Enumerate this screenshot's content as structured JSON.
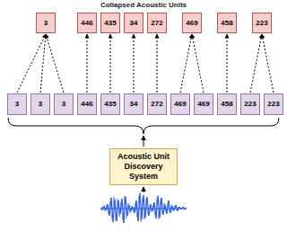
{
  "diagram": {
    "title": "Collapsed Acoustic Units",
    "nodes": [
      {
        "text": [
          "3"
        ]
      },
      {
        "text": [
          "446"
        ]
      },
      {
        "text": [
          "435"
        ]
      },
      {
        "text": [
          "34"
        ]
      },
      {
        "text": [
          "272"
        ]
      },
      {
        "text": [
          "469"
        ]
      },
      {
        "text": [
          "458"
        ]
      },
      {
        "text": [
          "223"
        ]
      },
      {
        "text": [
          "3"
        ]
      },
      {
        "text": [
          "3"
        ]
      },
      {
        "text": [
          "3"
        ]
      },
      {
        "text": [
          "446"
        ]
      },
      {
        "text": [
          "435"
        ]
      },
      {
        "text": [
          "34"
        ]
      },
      {
        "text": [
          "272"
        ]
      },
      {
        "text": [
          "469"
        ]
      },
      {
        "text": [
          "469"
        ]
      },
      {
        "text": [
          "458"
        ]
      },
      {
        "text": [
          "223"
        ]
      },
      {
        "text": [
          "223"
        ]
      },
      {
        "text": [
          "Acoustic Unit Discovery System"
        ]
      }
    ],
    "edges": [
      {
        "from": 8,
        "to": 0,
        "arrow": "to"
      },
      {
        "from": 9,
        "to": 0,
        "arrow": "to"
      },
      {
        "from": 10,
        "to": 0,
        "arrow": "to"
      },
      {
        "from": 11,
        "to": 1,
        "arrow": "to"
      },
      {
        "from": 12,
        "to": 2,
        "arrow": "to"
      },
      {
        "from": 13,
        "to": 3,
        "arrow": "to"
      },
      {
        "from": 14,
        "to": 4,
        "arrow": "to"
      },
      {
        "from": 15,
        "to": 5,
        "arrow": "to"
      },
      {
        "from": 16,
        "to": 5,
        "arrow": "to"
      },
      {
        "from": 17,
        "to": 6,
        "arrow": "to"
      },
      {
        "from": 18,
        "to": 7,
        "arrow": "to"
      },
      {
        "from": 19,
        "to": 7,
        "arrow": "to"
      }
    ]
  }
}
